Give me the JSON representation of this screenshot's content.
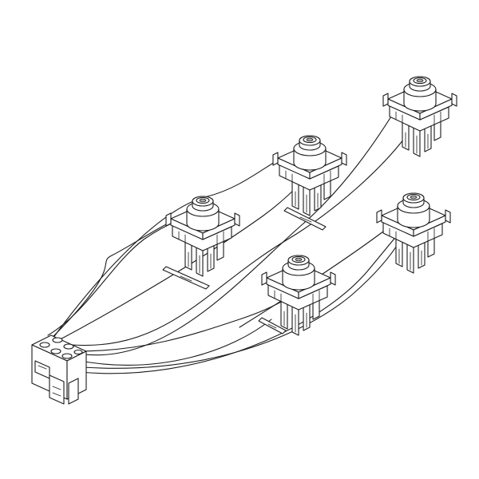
{
  "diagram": {
    "components": [
      {
        "id": "switch-1",
        "kind": "ignition-switch"
      },
      {
        "id": "switch-2",
        "kind": "ignition-switch"
      },
      {
        "id": "switch-3",
        "kind": "ignition-switch"
      },
      {
        "id": "switch-4",
        "kind": "ignition-switch"
      },
      {
        "id": "switch-5",
        "kind": "ignition-switch"
      },
      {
        "id": "connector",
        "kind": "wire-harness-connector"
      }
    ],
    "colors": {
      "line": "#1a1a1a",
      "background": "#ffffff"
    }
  }
}
